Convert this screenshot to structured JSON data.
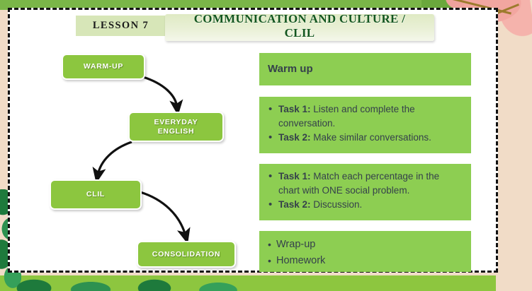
{
  "slide": {
    "lesson_badge": "LESSON 7",
    "title": "COMMUNICATION AND CULTURE /\nCLIL"
  },
  "colors": {
    "box_green": "#8cc63f",
    "panel_green": "#8dce52",
    "title_green": "#13561f",
    "badge_green": "#d7e6b8",
    "text_slate": "#35414b",
    "border_dashed": "#111111",
    "page_tan": "#f1dcc7"
  },
  "flowchart": {
    "steps": [
      {
        "label": "WARM-UP"
      },
      {
        "label": "EVERYDAY\nENGLISH"
      },
      {
        "label": "CLIL"
      },
      {
        "label": "CONSOLIDATION"
      }
    ]
  },
  "panels": [
    {
      "heading": "Warm up"
    },
    {
      "items": [
        {
          "label": "Task 1:",
          "text": " Listen and complete the conversation."
        },
        {
          "label": "Task 2:",
          "text": " Make similar conversations."
        }
      ]
    },
    {
      "items": [
        {
          "label": "Task 1:",
          "text": " Match each percentage in the chart with ONE social problem."
        },
        {
          "label": "Task 2:",
          "text": " Discussion."
        }
      ]
    },
    {
      "items": [
        {
          "label": "",
          "text": "Wrap-up"
        },
        {
          "label": "",
          "text": "Homework"
        }
      ]
    }
  ]
}
